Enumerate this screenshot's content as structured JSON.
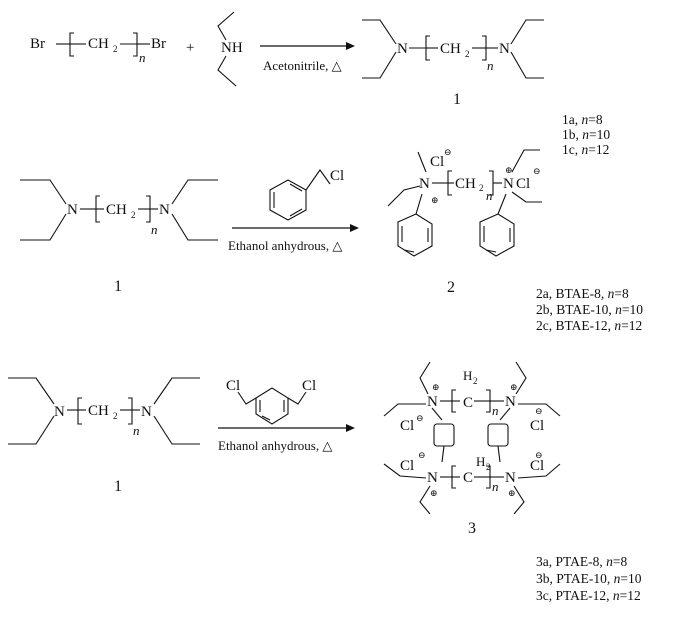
{
  "row1": {
    "reactant1": {
      "br_left": "Br",
      "ch": "CH",
      "sub2": "2",
      "n": "n",
      "br_right": "Br"
    },
    "plus": "+",
    "reactant2": {
      "nh": "NH"
    },
    "arrow_label": "Acetonitrile, △",
    "product": {
      "n_left": "N",
      "ch": "CH",
      "sub2": "2",
      "n": "n",
      "n_right": "N",
      "number": "1"
    },
    "variants": [
      {
        "id": "1a, ",
        "nvar": "n",
        "val": "=8"
      },
      {
        "id": "1b, ",
        "nvar": "n",
        "val": "=10"
      },
      {
        "id": "1c, ",
        "nvar": "n",
        "val": "=12"
      }
    ]
  },
  "row2": {
    "reactant": {
      "n_left": "N",
      "ch": "CH",
      "sub2": "2",
      "n": "n",
      "n_right": "N",
      "number": "1"
    },
    "reagent": {
      "cl": "Cl"
    },
    "arrow_label": "Ethanol anhydrous, △",
    "product": {
      "cl_left": "Cl",
      "cl_right": "Cl",
      "n_left": "N",
      "n_right": "N",
      "ch": "CH",
      "sub2": "2",
      "n": "n",
      "minus": "⊖",
      "plus": "⊕",
      "number": "2"
    },
    "variants": [
      {
        "id": "2a, BTAE-8, ",
        "nvar": "n",
        "val": "=8"
      },
      {
        "id": "2b, BTAE-10, ",
        "nvar": "n",
        "val": "=10"
      },
      {
        "id": "2c, BTAE-12, ",
        "nvar": "n",
        "val": "=12"
      }
    ]
  },
  "row3": {
    "reactant": {
      "n_left": "N",
      "ch": "CH",
      "sub2": "2",
      "n": "n",
      "n_right": "N",
      "number": "1"
    },
    "reagent": {
      "cl_left": "Cl",
      "cl_right": "Cl"
    },
    "arrow_label": "Ethanol anhydrous, △",
    "product": {
      "h2": "H",
      "sub2": "2",
      "c": "C",
      "n": "n",
      "n_atom": "N",
      "cl": "Cl",
      "minus": "⊖",
      "plus": "⊕",
      "number": "3"
    },
    "variants": [
      {
        "id": "3a, PTAE-8, ",
        "nvar": "n",
        "val": "=8"
      },
      {
        "id": "3b, PTAE-10, ",
        "nvar": "n",
        "val": "=10"
      },
      {
        "id": "3c, PTAE-12, ",
        "nvar": "n",
        "val": "=12"
      }
    ]
  }
}
